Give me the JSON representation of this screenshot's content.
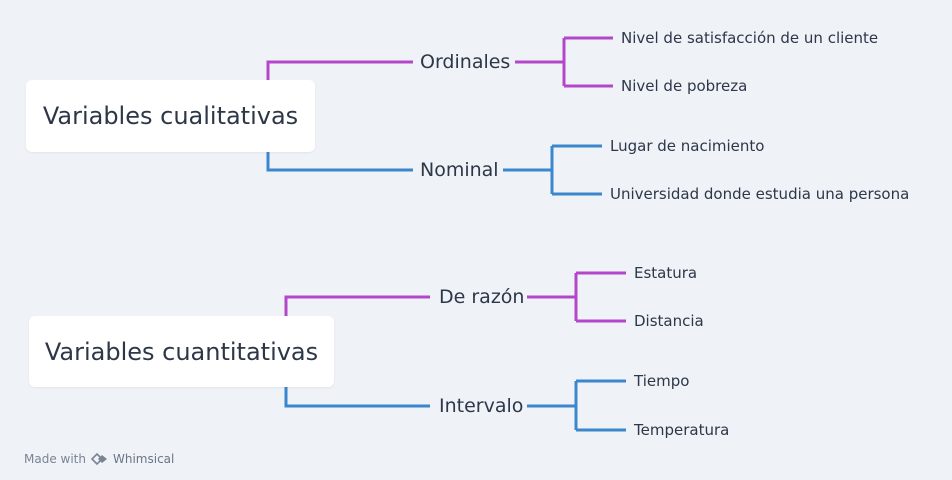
{
  "colors": {
    "purple": "#b347c9",
    "blue": "#3b87cc",
    "background": "#eff2f7"
  },
  "groups": [
    {
      "root": "Variables cualitativas",
      "branches": [
        {
          "label": "Ordinales",
          "color": "purple",
          "leaves": [
            "Nivel de satisfacción de un cliente",
            "Nivel de pobreza"
          ]
        },
        {
          "label": "Nominal",
          "color": "blue",
          "leaves": [
            "Lugar de nacimiento",
            "Universidad donde estudia una persona"
          ]
        }
      ]
    },
    {
      "root": "Variables cuantitativas",
      "branches": [
        {
          "label": "De razón",
          "color": "purple",
          "leaves": [
            "Estatura",
            "Distancia"
          ]
        },
        {
          "label": "Intervalo",
          "color": "blue",
          "leaves": [
            "Tiempo",
            "Temperatura"
          ]
        }
      ]
    }
  ],
  "footer": {
    "prefix": "Made with",
    "brand": "Whimsical",
    "logo_icon": "whimsical-logo-icon"
  }
}
